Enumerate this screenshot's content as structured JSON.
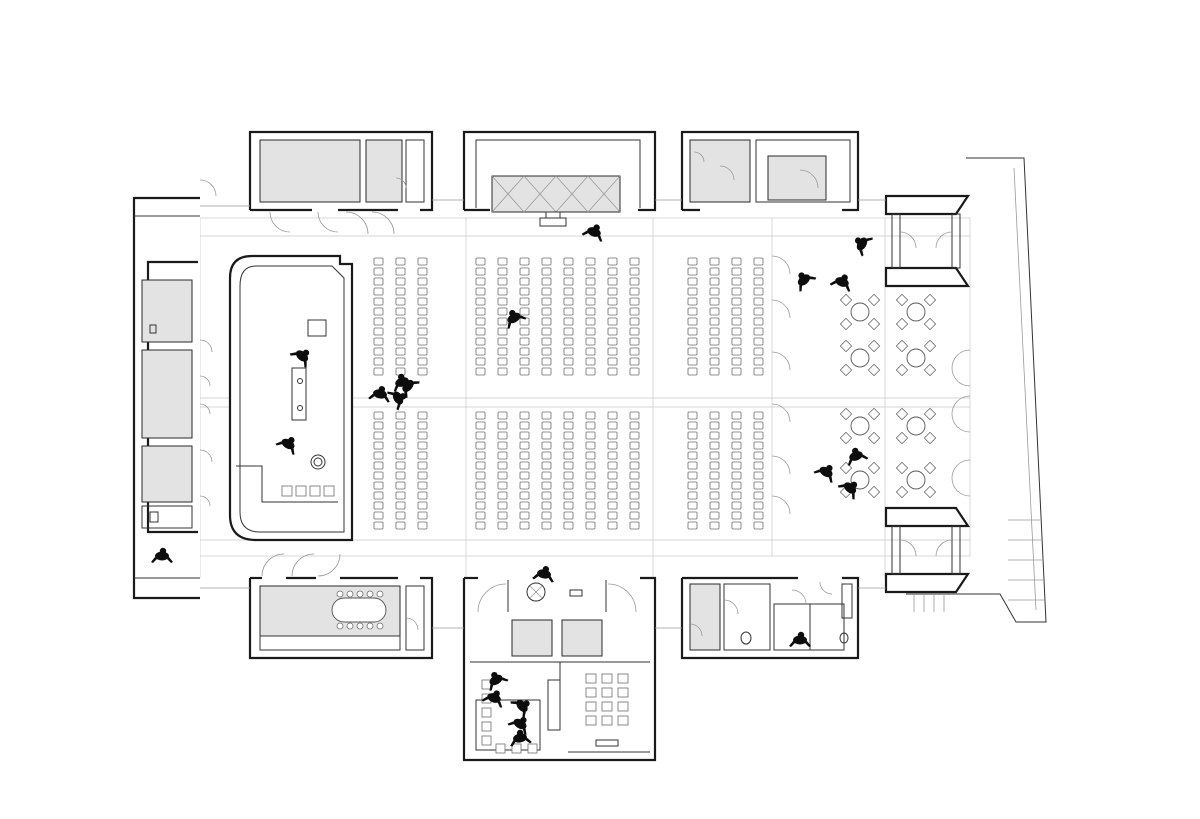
{
  "drawing": {
    "type": "architectural floor plan",
    "colors": {
      "background": "#ffffff",
      "wall": "#1a1a1a",
      "service_room_fill": "#e3e3e3",
      "grid_line": "#c8c8c8",
      "furniture_line": "#6e6e6e",
      "person_figure": "#0d0d0d"
    },
    "seating": {
      "blocks": [
        {
          "name": "left-upper",
          "columns": 3,
          "rows": 12
        },
        {
          "name": "left-lower",
          "columns": 3,
          "rows": 12
        },
        {
          "name": "center-upper",
          "columns": 8,
          "rows": 12
        },
        {
          "name": "center-lower",
          "columns": 8,
          "rows": 12
        },
        {
          "name": "right-upper",
          "columns": 4,
          "rows": 12
        },
        {
          "name": "right-lower",
          "columns": 4,
          "rows": 12
        }
      ]
    },
    "cafe_tables": 8,
    "meeting_table_seats": 10,
    "person_figures": 22,
    "icons": [
      "person-figure-icon",
      "door-swing-icon",
      "toilet-icon",
      "round-table-icon"
    ]
  }
}
